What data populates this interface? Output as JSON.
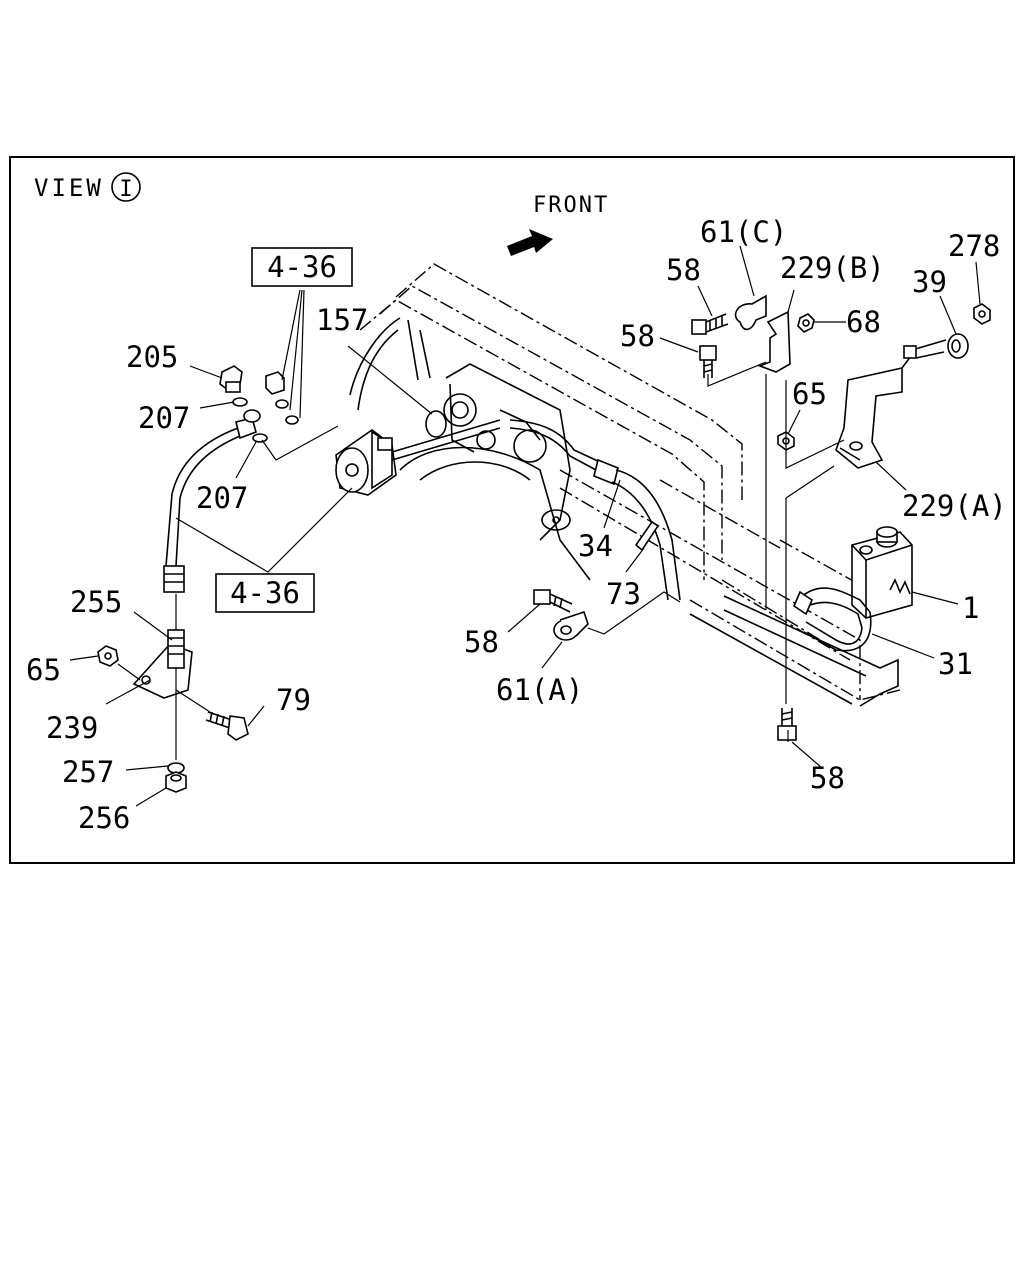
{
  "view": {
    "prefix": "VIEW",
    "id": "I"
  },
  "direction_label": "FRONT",
  "callouts": {
    "ref_top": "4-36",
    "ref_bottom": "4-36",
    "p157": "157",
    "p205": "205",
    "p207a": "207",
    "p207b": "207",
    "p255": "255",
    "p65a": "65",
    "p239": "239",
    "p79": "79",
    "p257": "257",
    "p256": "256",
    "p34": "34",
    "p73": "73",
    "p58a": "58",
    "p61a": "61(A)",
    "p61c": "61(C)",
    "p58b": "58",
    "p58c": "58",
    "p229b": "229(B)",
    "p68": "68",
    "p65b": "65",
    "p39": "39",
    "p278": "278",
    "p229a": "229(A)",
    "p1": "1",
    "p31": "31",
    "p58d": "58"
  }
}
